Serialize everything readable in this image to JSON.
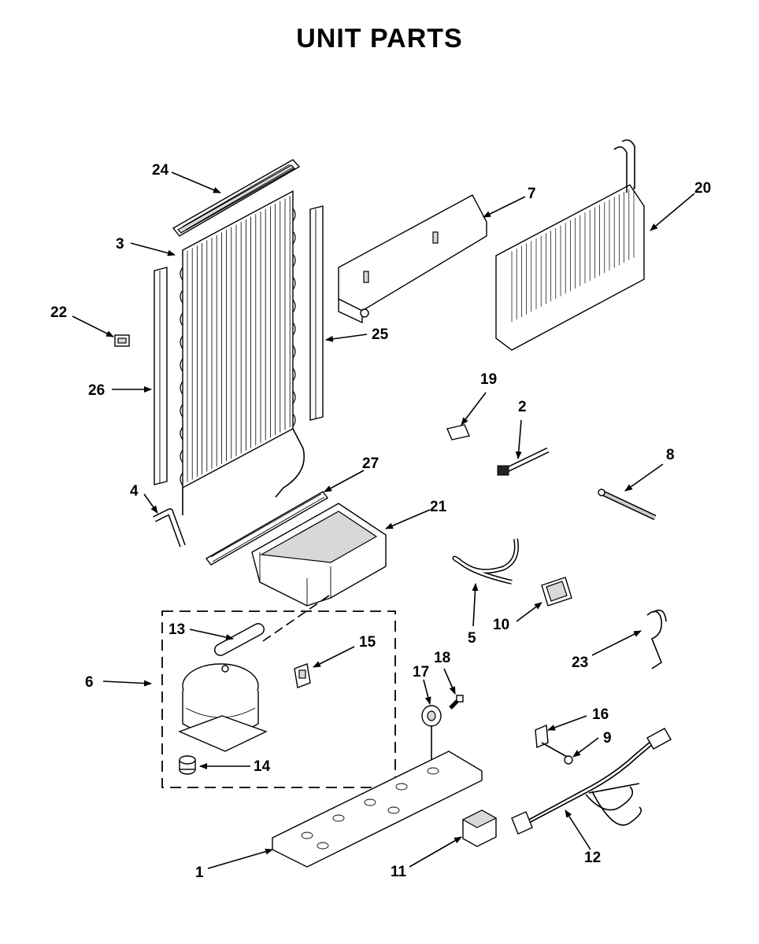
{
  "title": "UNIT PARTS",
  "callouts": {
    "c1": "1",
    "c2": "2",
    "c3": "3",
    "c4": "4",
    "c5": "5",
    "c6": "6",
    "c7": "7",
    "c8": "8",
    "c9": "9",
    "c10": "10",
    "c11": "11",
    "c12": "12",
    "c13": "13",
    "c14": "14",
    "c15": "15",
    "c16": "16",
    "c17": "17",
    "c18": "18",
    "c19": "19",
    "c20": "20",
    "c21": "21",
    "c22": "22",
    "c23": "23",
    "c24": "24",
    "c25": "25",
    "c26": "26",
    "c27": "27"
  }
}
